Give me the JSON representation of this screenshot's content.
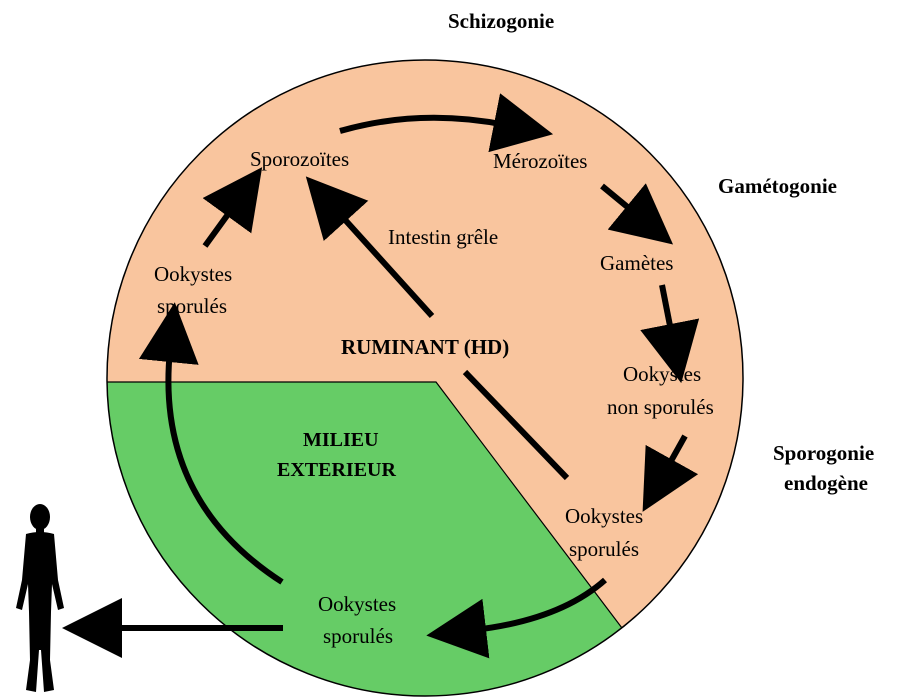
{
  "colors": {
    "host_region": "#F9C59E",
    "exterior_region": "#66CC66",
    "outline": "#000000",
    "arrow": "#000000"
  },
  "stages": {
    "schizogonie": "Schizogonie",
    "gametogonie": "Gamétogonie",
    "sporogonie_line1": "Sporogonie",
    "sporogonie_line2": "endogène"
  },
  "regions": {
    "host": "RUMINANT (HD)",
    "exterior_line1": "MILIEU",
    "exterior_line2": "EXTERIEUR",
    "location": "Intestin grêle"
  },
  "nodes": {
    "sporozoites": "Sporozoïtes",
    "merozoites": "Mérozoïtes",
    "gametes": "Gamètes",
    "ookystes_non_sporules_line1": "Ookystes",
    "ookystes_non_sporules_line2": "non sporulés",
    "ookystes_sporules_host_line1": "Ookystes",
    "ookystes_sporules_host_line2": "sporulés",
    "ookystes_sporules_ext_line1": "Ookystes",
    "ookystes_sporules_ext_line2": "sporulés",
    "ookystes_sporules_left_line1": "Ookystes",
    "ookystes_sporules_left_line2": "sporulés"
  },
  "icons": {
    "human": "human-silhouette-icon"
  }
}
